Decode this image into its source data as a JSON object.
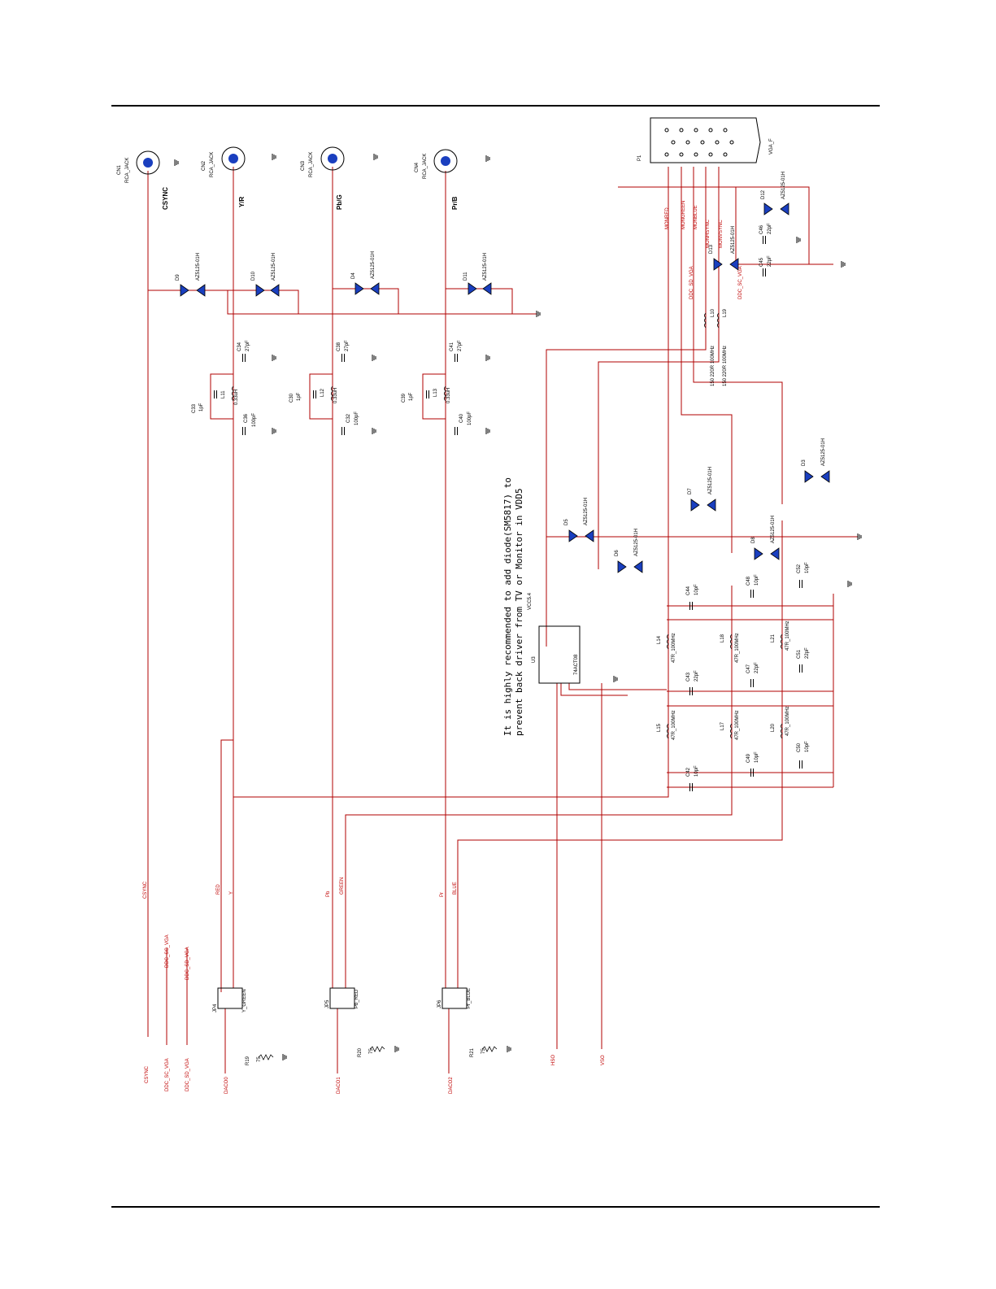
{
  "connectors": [
    {
      "ref": "CN1",
      "part": "RCA_JACK",
      "signal": "CSYNC"
    },
    {
      "ref": "CN2",
      "part": "RCA_JACK",
      "signal": "Y/R"
    },
    {
      "ref": "CN3",
      "part": "RCA_JACK",
      "signal": "Pb/G"
    },
    {
      "ref": "CN4",
      "part": "RCA_JACK",
      "signal": "Pr/B"
    }
  ],
  "vga": {
    "ref": "P1",
    "part": "VGA_F"
  },
  "diodes": {
    "part": "AZ5125-01H",
    "refs": [
      "D9",
      "D10",
      "D4",
      "D11",
      "D12",
      "D13",
      "D7",
      "D5",
      "D8",
      "D6",
      "D3"
    ]
  },
  "caps": [
    {
      "ref": "C34",
      "value": "27pF"
    },
    {
      "ref": "C38",
      "value": "27pF"
    },
    {
      "ref": "C41",
      "value": "27pF"
    },
    {
      "ref": "C33",
      "value": "1pF"
    },
    {
      "ref": "C30",
      "value": "1pF"
    },
    {
      "ref": "C39",
      "value": "1pF"
    },
    {
      "ref": "C36",
      "value": "100pF"
    },
    {
      "ref": "C32",
      "value": "100pF"
    },
    {
      "ref": "C40",
      "value": "100pF"
    },
    {
      "ref": "C46",
      "value": "22pF"
    },
    {
      "ref": "C45",
      "value": "22pF"
    },
    {
      "ref": "C44",
      "value": "10pF"
    },
    {
      "ref": "C48",
      "value": "10pF"
    },
    {
      "ref": "C52",
      "value": "10pF"
    },
    {
      "ref": "C43",
      "value": "22pF"
    },
    {
      "ref": "C47",
      "value": "22pF"
    },
    {
      "ref": "C51",
      "value": "22pF"
    },
    {
      "ref": "C42",
      "value": "10pF"
    },
    {
      "ref": "C49",
      "value": "10pF"
    },
    {
      "ref": "C50",
      "value": "10pF"
    }
  ],
  "inductors": [
    {
      "ref": "L11",
      "value": "0.33uH"
    },
    {
      "ref": "L12",
      "value": "0.33uH"
    },
    {
      "ref": "L13",
      "value": "0.33uH"
    },
    {
      "ref": "L14",
      "value": "47R_100MHz"
    },
    {
      "ref": "L18",
      "value": "47R_100MHz"
    },
    {
      "ref": "L21",
      "value": "47R_100MHz"
    },
    {
      "ref": "L15",
      "value": "47R_100MHz"
    },
    {
      "ref": "L17",
      "value": "47R_100MHz"
    },
    {
      "ref": "L20",
      "value": "47R_100MHz"
    },
    {
      "ref": "L10",
      "value": "150 220R 100MHz"
    },
    {
      "ref": "L19",
      "value": "150 220R 100MHz"
    }
  ],
  "ic": {
    "ref": "U3",
    "part": "74ACT08",
    "supply": "VCC5.4"
  },
  "jumpers": [
    {
      "ref": "JP4",
      "label": "Y_GREEN"
    },
    {
      "ref": "JP5",
      "label": "Pb_RED"
    },
    {
      "ref": "JP6",
      "label": "Pr_BLUE"
    }
  ],
  "resistors": [
    {
      "ref": "R19",
      "value": "75"
    },
    {
      "ref": "R20",
      "value": "75"
    },
    {
      "ref": "R21",
      "value": "75"
    }
  ],
  "vga_nets": [
    "MONRED",
    "MONGREEN",
    "MONBLUE",
    "MONHSYNC",
    "MONVSYNC",
    "DDC_SD_VGA",
    "DDC_SC_VGA"
  ],
  "nets": {
    "left_col": [
      "CSYNC",
      "RED",
      "Y",
      "Pb",
      "GREEN",
      "Pr",
      "BLUE"
    ],
    "ddc": [
      "DDC_SC_VGA",
      "DDC_SD_VGA"
    ]
  },
  "ports": [
    "CSYNC",
    "DDC_SC_VGA",
    "DDC_SD_VGA",
    "DACO0",
    "DACO1",
    "DACO2",
    "HSO",
    "VSO"
  ],
  "note": {
    "line1": "It is highly recommended to add diode(SM5817) to",
    "line2": "prevent back driver from TV or Monitor in VDD5"
  }
}
